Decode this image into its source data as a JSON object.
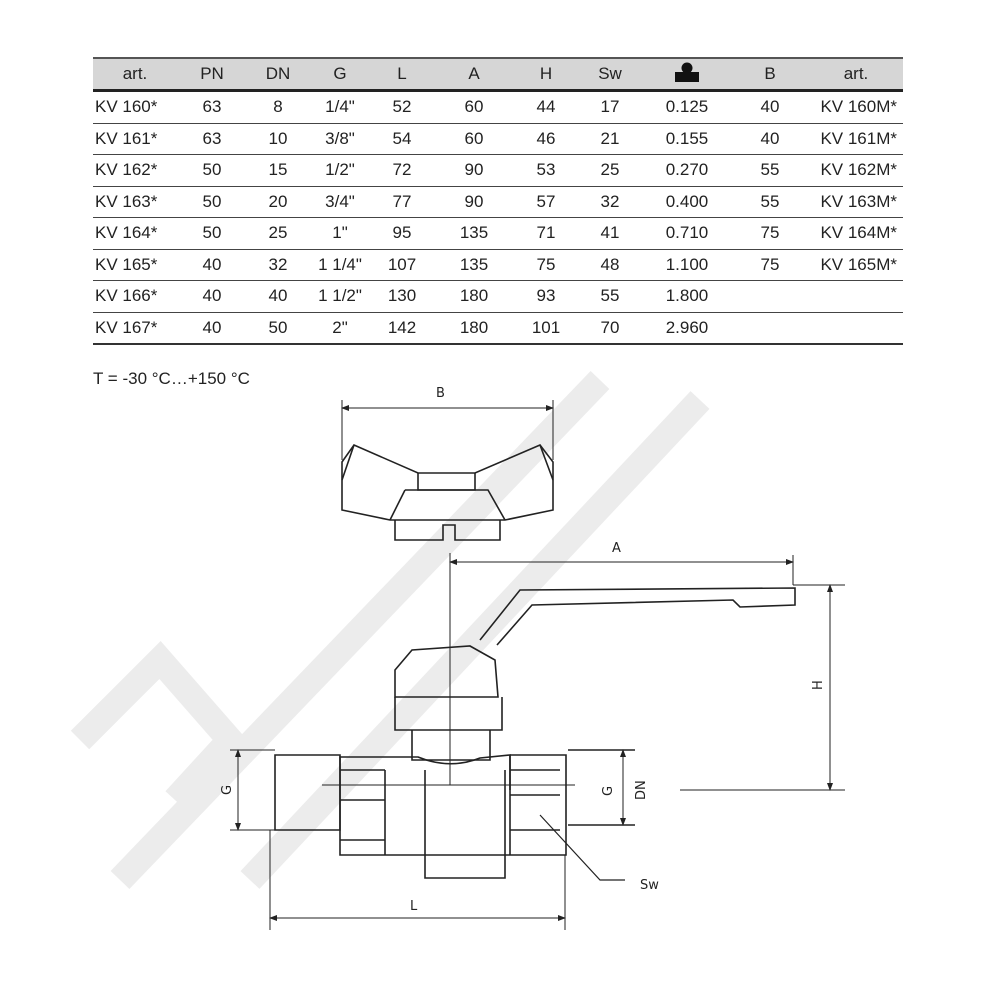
{
  "table": {
    "headers": [
      "art.",
      "PN",
      "DN",
      "G",
      "L",
      "A",
      "H",
      "Sw",
      "weight-icon",
      "B",
      "art."
    ],
    "rows": [
      [
        "KV 160*",
        "63",
        "8",
        "1/4\"",
        "52",
        "60",
        "44",
        "17",
        "0.125",
        "40",
        "KV 160M*"
      ],
      [
        "KV 161*",
        "63",
        "10",
        "3/8\"",
        "54",
        "60",
        "46",
        "21",
        "0.155",
        "40",
        "KV 161M*"
      ],
      [
        "KV 162*",
        "50",
        "15",
        "1/2\"",
        "72",
        "90",
        "53",
        "25",
        "0.270",
        "55",
        "KV 162M*"
      ],
      [
        "KV 163*",
        "50",
        "20",
        "3/4\"",
        "77",
        "90",
        "57",
        "32",
        "0.400",
        "55",
        "KV 163M*"
      ],
      [
        "KV 164*",
        "50",
        "25",
        "1\"",
        "95",
        "135",
        "71",
        "41",
        "0.710",
        "75",
        "KV 164M*"
      ],
      [
        "KV 165*",
        "40",
        "32",
        "1 1/4\"",
        "107",
        "135",
        "75",
        "48",
        "1.100",
        "75",
        "KV 165M*"
      ],
      [
        "KV 166*",
        "40",
        "40",
        "1 1/2\"",
        "130",
        "180",
        "93",
        "55",
        "1.800",
        "",
        ""
      ],
      [
        "KV 167*",
        "40",
        "50",
        "2\"",
        "142",
        "180",
        "101",
        "70",
        "2.960",
        "",
        ""
      ]
    ]
  },
  "temperature": "T = -30 °C…+150 °C",
  "diagram": {
    "labels": {
      "B": "B",
      "A": "A",
      "H": "H",
      "G_left": "G",
      "G_right": "G",
      "DN": "DN",
      "L": "L",
      "Sw": "Sw"
    }
  }
}
